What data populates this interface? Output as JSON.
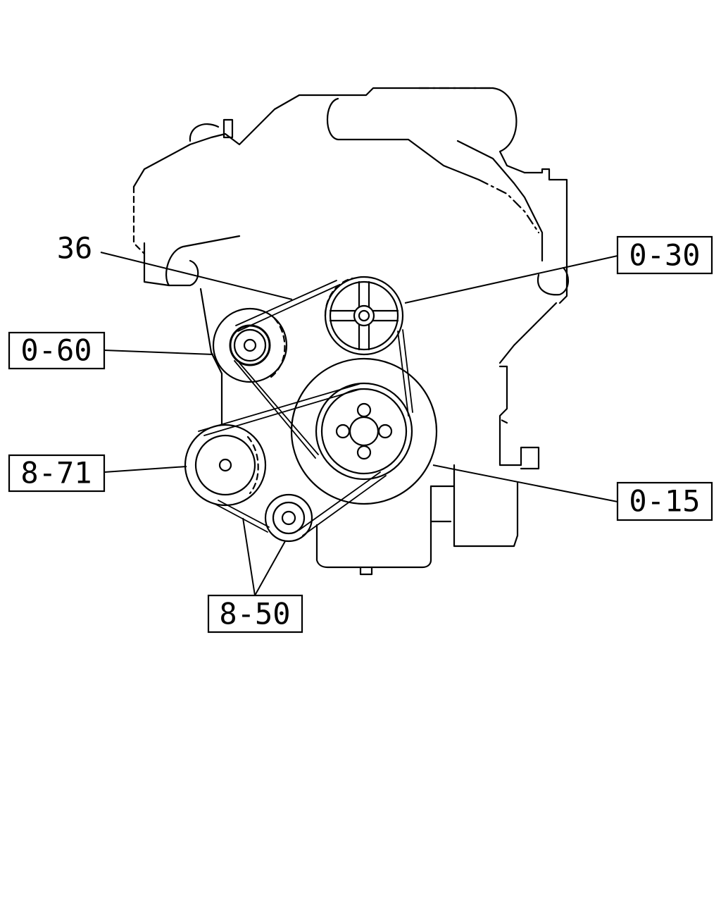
{
  "callouts": {
    "c36": "36",
    "c030": "0-30",
    "c060": "0-60",
    "c871": "8-71",
    "c015": "0-15",
    "c850": "8-50"
  },
  "colors": {
    "ink": "#000000",
    "paper": "#ffffff"
  }
}
